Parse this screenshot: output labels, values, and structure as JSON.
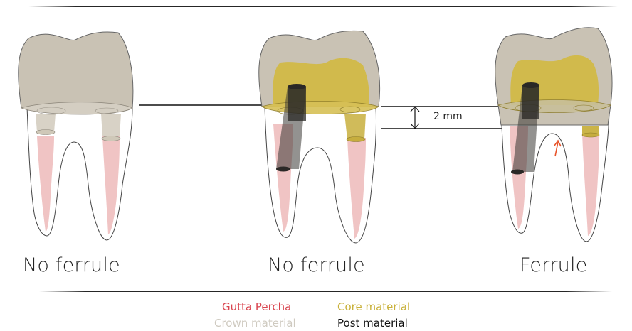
{
  "captions": {
    "left": "No ferrule",
    "middle": "No ferrule",
    "right": "Ferrule"
  },
  "dimension": {
    "label": "2 mm"
  },
  "legend": {
    "gutta_percha": "Gutta Percha",
    "core_material": "Core material",
    "crown_material": "Crown material",
    "post_material": "Post material"
  },
  "colors": {
    "gutta_percha": "#d9454f",
    "core_material": "#c9b13a",
    "crown_material": "#cfcac0",
    "post_material": "#111111",
    "crown_fill": "#c9c2b4",
    "core_fill": "#d2b83a",
    "canal_fill": "#f0c4c4",
    "arrow": "#e8542a"
  }
}
